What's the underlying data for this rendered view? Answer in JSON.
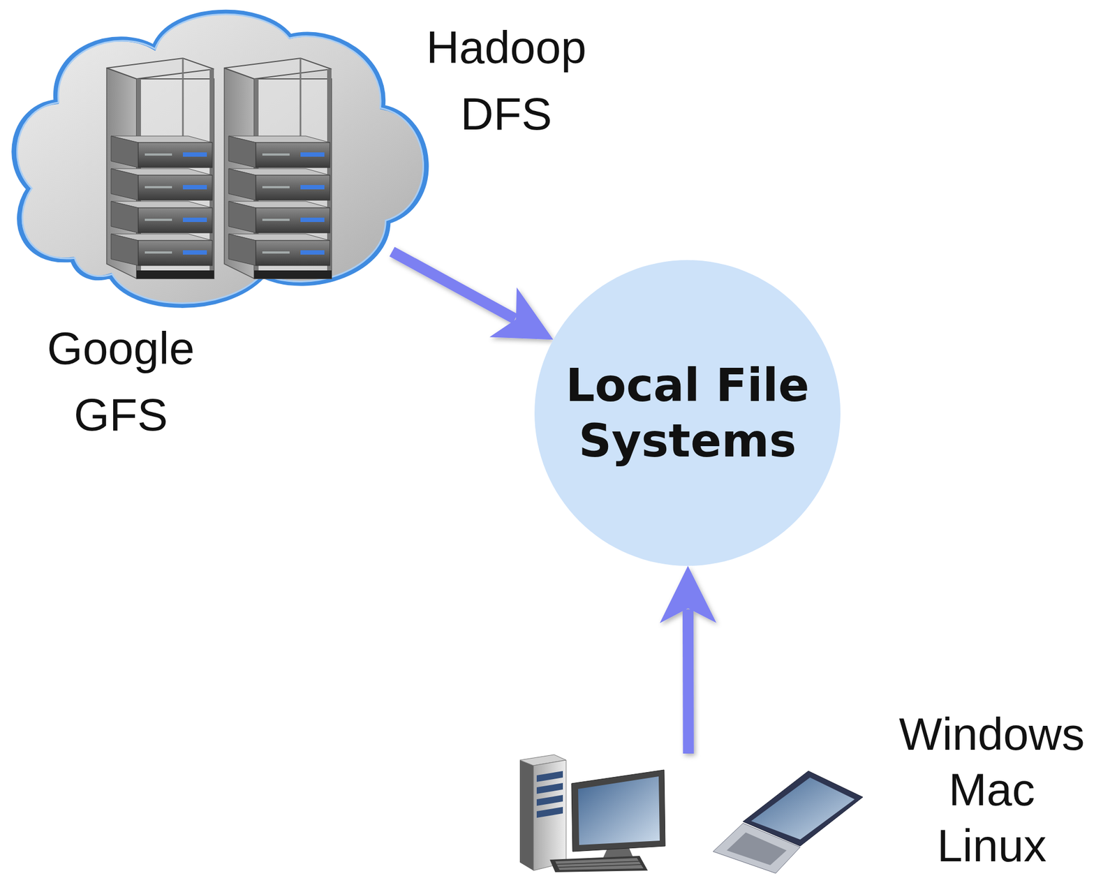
{
  "diagram": {
    "nodes": [
      {
        "text": [
          "Hadoop DFS",
          "Google GFS"
        ]
      },
      {
        "text": [
          "Local File Systems"
        ]
      },
      {
        "text": [
          "Windows Mac Linux"
        ]
      }
    ],
    "edges": [
      {
        "from": 0,
        "to": 1,
        "arrow": "to"
      },
      {
        "from": 2,
        "to": 1,
        "arrow": "to"
      }
    ]
  }
}
